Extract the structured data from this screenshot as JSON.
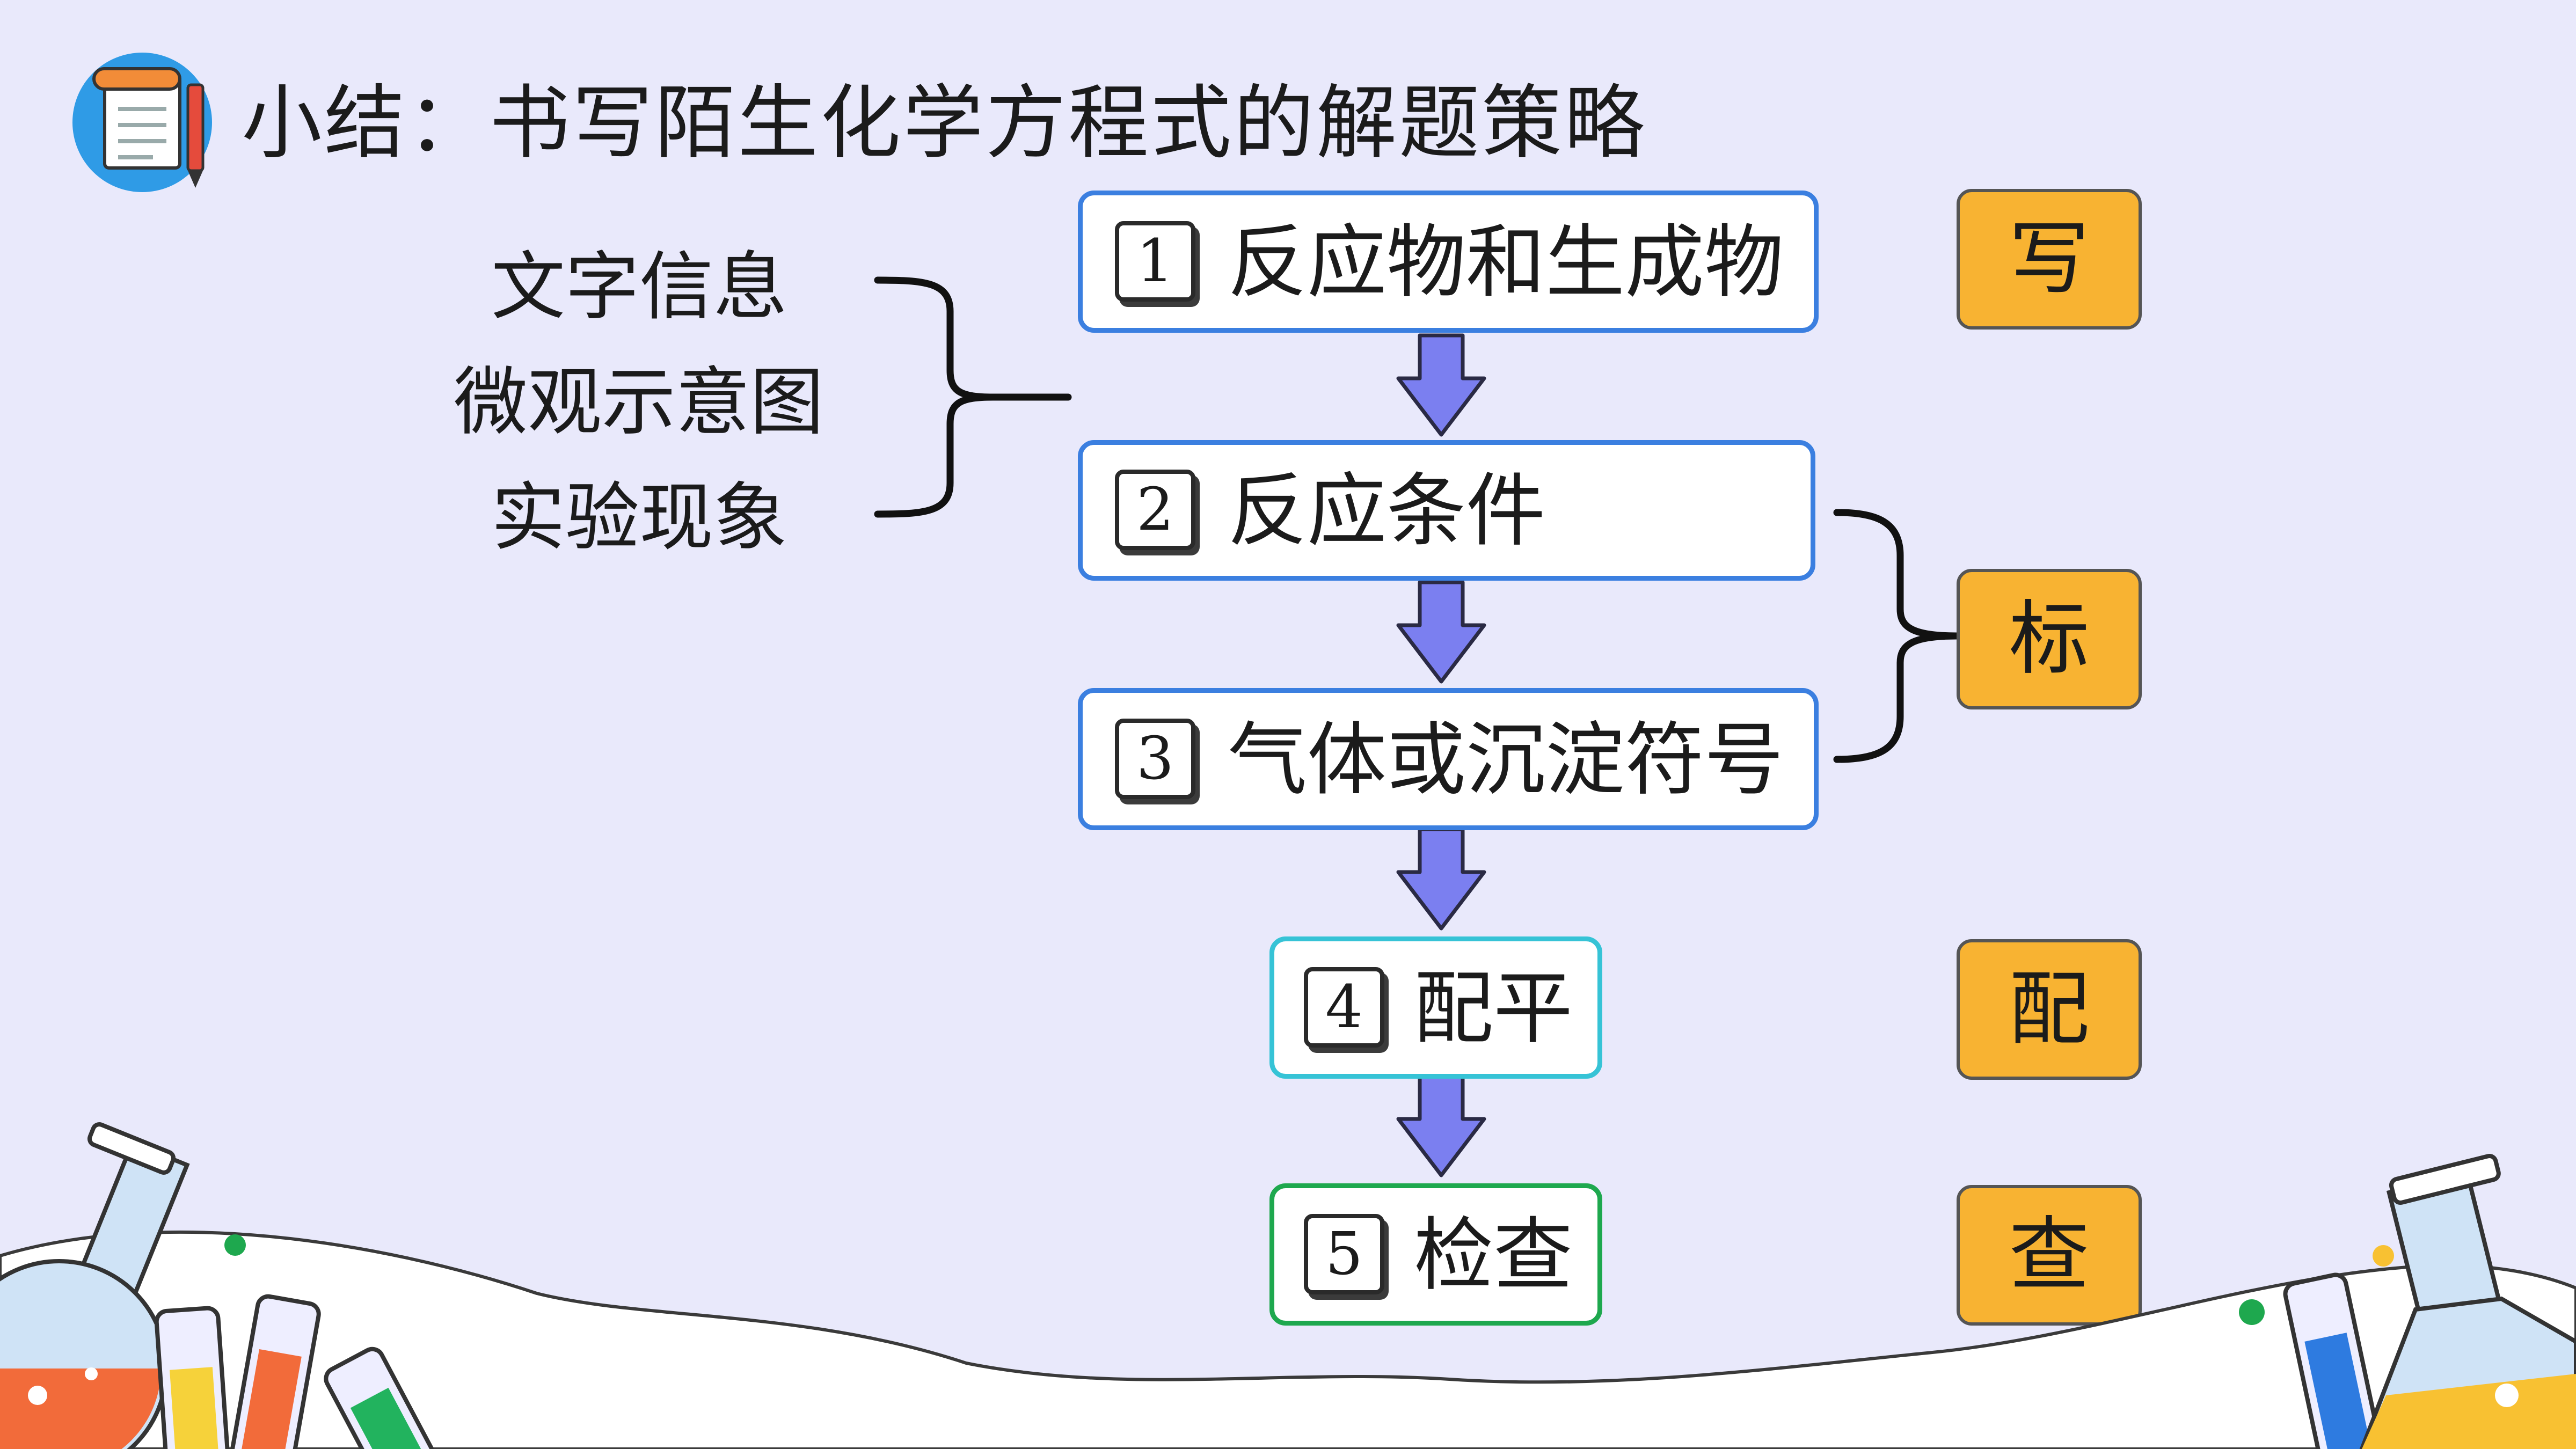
{
  "title": "小结：书写陌生化学方程式的解题策略",
  "info_sources": [
    "文字信息",
    "微观示意图",
    "实验现象"
  ],
  "steps": [
    {
      "num": "1",
      "label": "反应物和生成物"
    },
    {
      "num": "2",
      "label": "反应条件"
    },
    {
      "num": "3",
      "label": "气体或沉淀符号"
    },
    {
      "num": "4",
      "label": "配平"
    },
    {
      "num": "5",
      "label": "检查"
    }
  ],
  "tags": [
    "写",
    "标",
    "配",
    "查"
  ],
  "colors": {
    "background": "#E9E9FB",
    "step_border_blue": "#3B7FE0",
    "step_border_cyan": "#36C3D6",
    "step_border_green": "#1EA84E",
    "arrow_fill": "#7B7FF0",
    "tag_fill": "#F8B332"
  },
  "icons": [
    "notepad-icon",
    "pen-icon",
    "flask-icon",
    "test-tube-icon",
    "beaker-icon"
  ]
}
